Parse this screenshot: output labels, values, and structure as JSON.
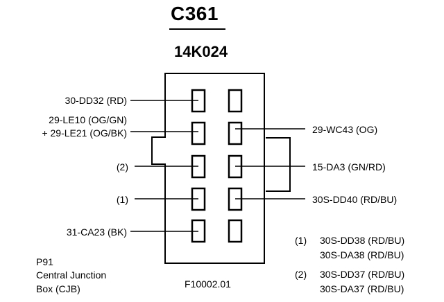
{
  "connector": {
    "id": "C361",
    "part_number": "14K024"
  },
  "left_labels": {
    "pin1": "30-DD32 (RD)",
    "pin2_line1": "29-LE10 (OG/GN)",
    "pin2_line2": "+ 29-LE21 (OG/BK)",
    "pin3": "(2)",
    "pin4": "(1)",
    "pin5": "31-CA23 (BK)"
  },
  "right_labels": {
    "pin7": "29-WC43 (OG)",
    "pin8": "15-DA3 (GN/RD)",
    "pin9": "30S-DD40 (RD/BU)"
  },
  "footnotes": [
    {
      "marker": "(1)",
      "lines": [
        "30S-DD38 (RD/BU)",
        "30S-DA38 (RD/BU)"
      ]
    },
    {
      "marker": "(2)",
      "lines": [
        "30S-DD37 (RD/BU)",
        "30S-DA37 (RD/BU)"
      ]
    }
  ],
  "location": {
    "line1": "P91",
    "line2": "Central Junction",
    "line3": "Box (CJB)"
  },
  "figure_id": "F10002.01"
}
